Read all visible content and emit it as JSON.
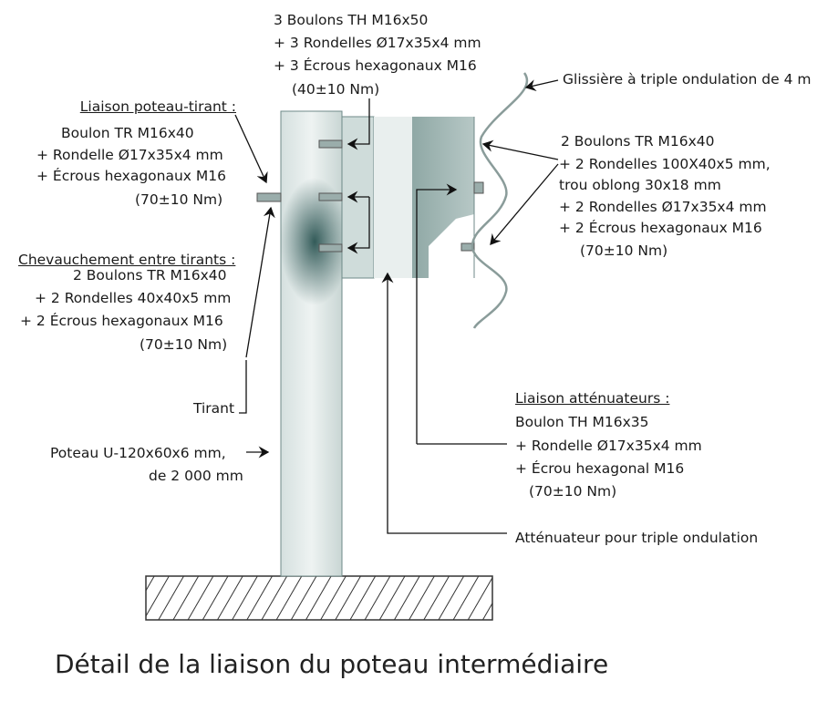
{
  "top_bolts": {
    "line1": "3 Boulons TH M16x50",
    "line2": "+ 3 Rondelles Ø17x35x4 mm",
    "line3": "+ 3 Écrous hexagonaux M16",
    "torque": "(40±10 Nm)"
  },
  "glissiere_label": "Glissière à triple ondulation de 4 m",
  "liaison_poteau_tirant": {
    "heading": "Liaison poteau-tirant :",
    "line1": "Boulon TR M16x40",
    "line2": "+ Rondelle Ø17x35x4 mm",
    "line3": "+ Écrous hexagonaux M16",
    "torque": "(70±10 Nm)"
  },
  "right_bolts": {
    "line1": "2 Boulons TR M16x40",
    "line2": "+ 2 Rondelles 100X40x5 mm,",
    "line3": "trou oblong 30x18 mm",
    "line4": "+ 2 Rondelles Ø17x35x4 mm",
    "line5": "+ 2 Écrous hexagonaux M16",
    "torque": "(70±10 Nm)"
  },
  "chevauchement": {
    "heading": "Chevauchement entre tirants :",
    "line1": "2 Boulons TR M16x40",
    "line2": "+ 2 Rondelles 40x40x5 mm",
    "line3": "+ 2 Écrous hexagonaux M16",
    "torque": "(70±10 Nm)"
  },
  "tirant_label": "Tirant",
  "poteau": {
    "line1": "Poteau U-120x60x6 mm,",
    "line2": "de 2 000  mm"
  },
  "liaison_attenuateurs": {
    "heading": "Liaison atténuateurs :",
    "line1": "Boulon TH M16x35",
    "line2": "+ Rondelle Ø17x35x4 mm",
    "line3": "+ Écrou hexagonal M16",
    "torque": "(70±10 Nm)"
  },
  "attenuateur_label": "Atténuateur pour triple ondulation",
  "title": "Détail de la liaison du poteau intermédiaire"
}
